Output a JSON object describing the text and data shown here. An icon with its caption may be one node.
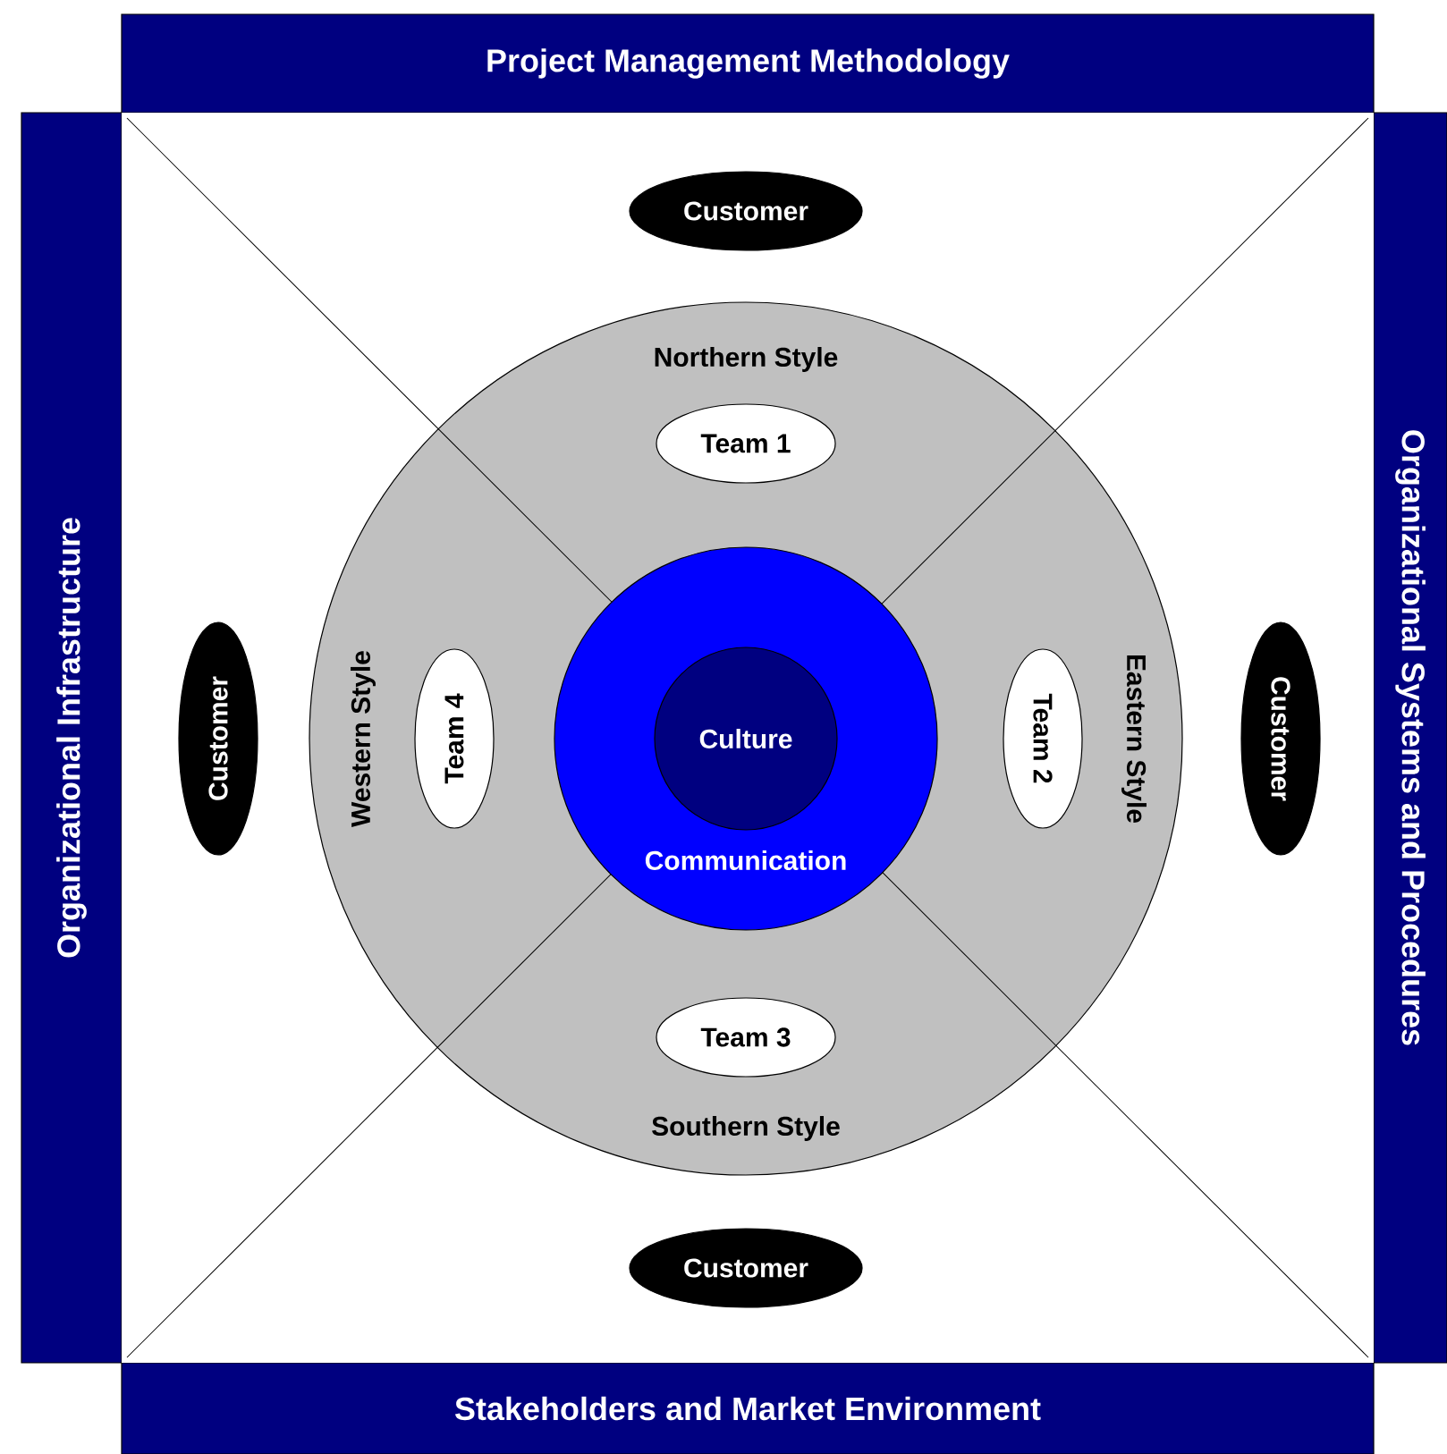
{
  "diagram": {
    "nodes": [
      {
        "text": [
          "Project Management Methodology"
        ]
      },
      {
        "text": [
          "Organizational Infrastructure"
        ]
      },
      {
        "text": [
          "Organizational Systems and Procedures"
        ]
      },
      {
        "text": [
          "Stakeholders and Market Environment"
        ]
      },
      {
        "text": [
          "Northern Style",
          "Western Style",
          "Eastern Style",
          "Southern Style"
        ]
      },
      {
        "text": [
          "Customer"
        ]
      },
      {
        "text": [
          "Team 1"
        ],
        "in": 4
      },
      {
        "text": [
          "Customer"
        ]
      },
      {
        "text": [
          "Team 4"
        ],
        "in": 4
      },
      {
        "text": [
          "Communication"
        ],
        "in": 4
      },
      {
        "text": [
          "Culture"
        ],
        "in": 9
      },
      {
        "text": [
          "Team 2"
        ],
        "in": 4
      },
      {
        "text": [
          "Customer"
        ]
      },
      {
        "text": [
          "Team 3"
        ],
        "in": 4
      },
      {
        "text": [
          "Customer"
        ]
      }
    ],
    "edges": []
  }
}
